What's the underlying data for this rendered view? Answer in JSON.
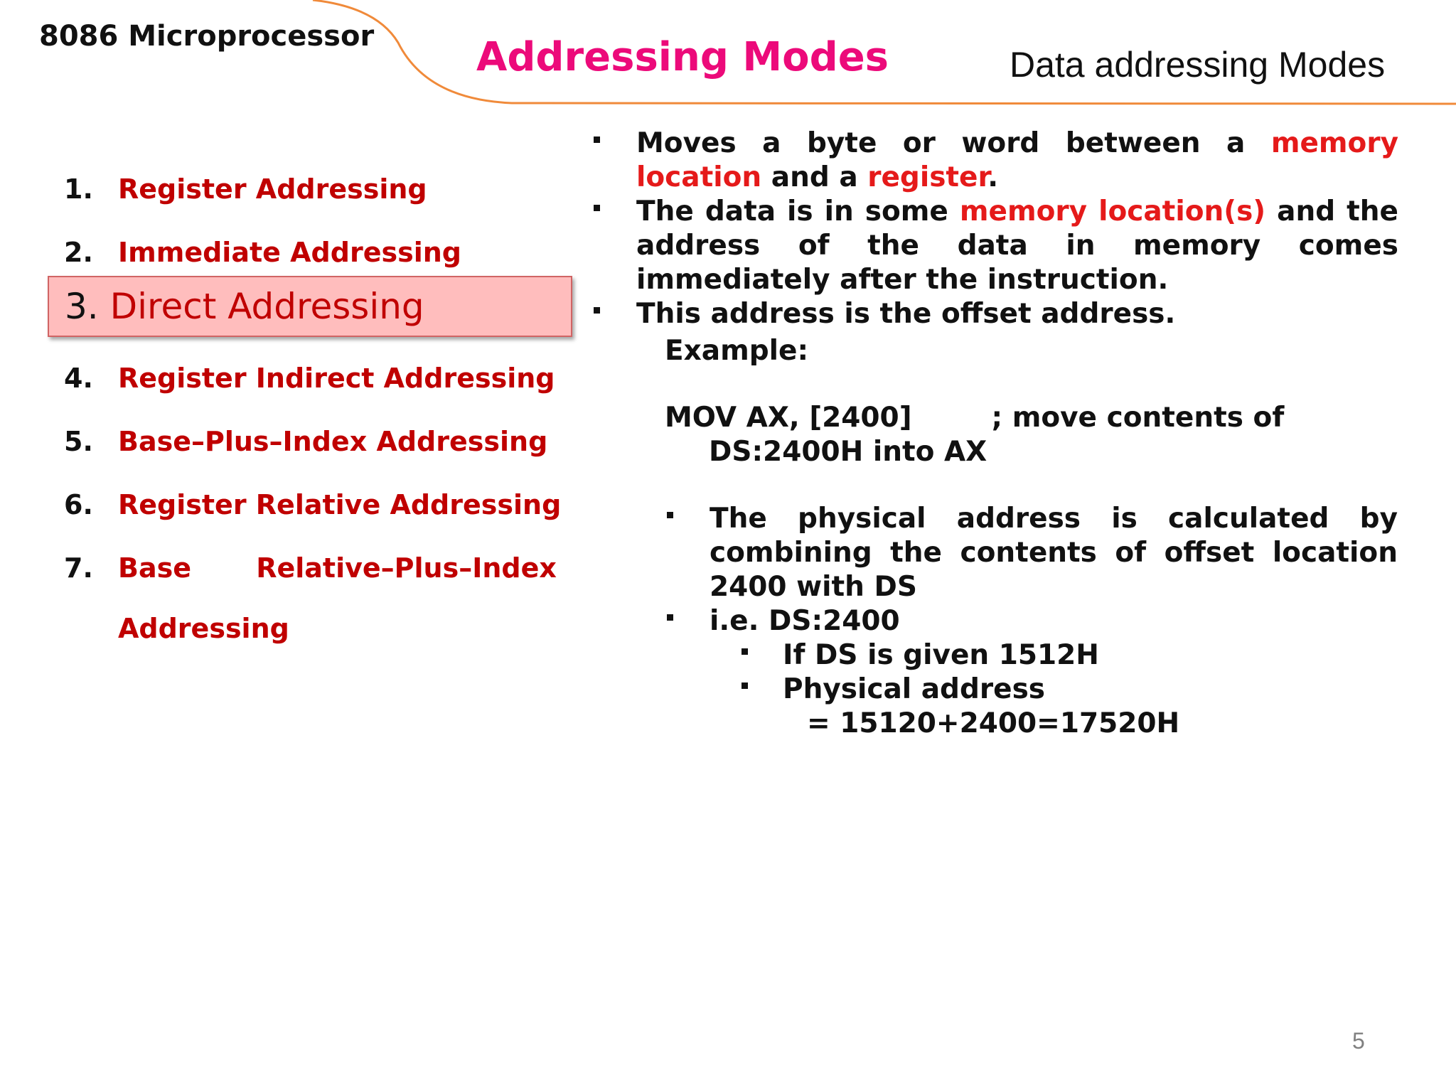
{
  "header": {
    "course": "8086 Microprocessor",
    "title": "Addressing Modes",
    "subtitle": "Data addressing Modes",
    "accent_color": "#ec0a7a",
    "curve_color": "#f08a3a"
  },
  "modes": [
    {
      "num": "1.",
      "label": "Register Addressing"
    },
    {
      "num": "2.",
      "label": "Immediate Addressing"
    },
    {
      "num": "3.",
      "label": "Direct Addressing",
      "selected": true
    },
    {
      "num": "4.",
      "label": "Register Indirect Addressing"
    },
    {
      "num": "5.",
      "label": "Base–Plus–Index Addressing"
    },
    {
      "num": "6.",
      "label": "Register Relative Addressing"
    },
    {
      "num": "7.",
      "label_line1": "Base Relative–Plus–Index",
      "label_line2": "Addressing"
    }
  ],
  "content": {
    "b1": {
      "t1": "Moves a byte or word between a ",
      "r1": "memory location",
      "t2": " and a ",
      "r2": "register",
      "t3": "."
    },
    "b2": {
      "t1": "The data is in some ",
      "r1": "memory location(s)",
      "t2": " and the address of the data in memory comes immediately after the instruction."
    },
    "b3": "This address is the offset address.",
    "example_label": "Example:",
    "code": "MOV AX, [2400]",
    "comment": "; move contents of",
    "comment_cont": "DS:2400H into AX",
    "sb1": "The physical address is calculated by combining the contents of offset location 2400 with DS",
    "sb2": "i.e. DS:2400",
    "ssb1": "If DS is given 1512H",
    "ssb2": "Physical address",
    "calc": "= 15120+2400=17520H"
  },
  "page_number": "5"
}
